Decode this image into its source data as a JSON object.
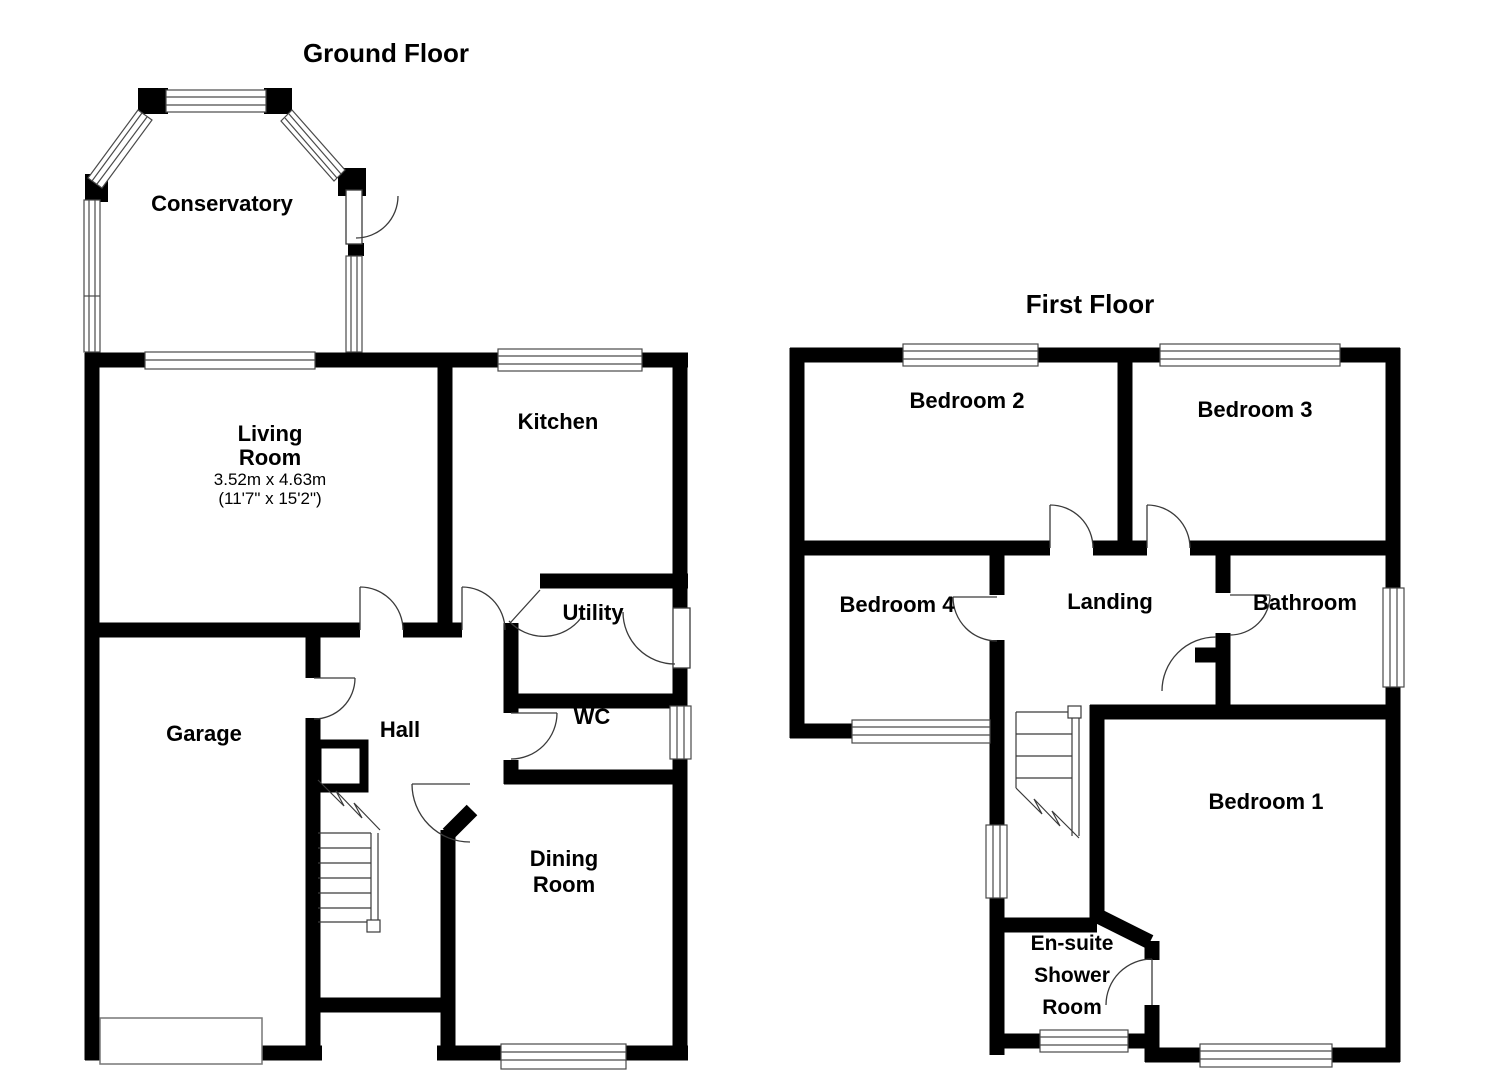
{
  "ground_floor": {
    "title": "Ground Floor",
    "rooms": {
      "conservatory": "Conservatory",
      "living_line1": "Living",
      "living_line2": "Room",
      "living_dims_metric": "3.52m x 4.63m",
      "living_dims_imperial": "(11'7\" x 15'2\")",
      "kitchen": "Kitchen",
      "utility": "Utility",
      "wc": "WC",
      "hall": "Hall",
      "garage": "Garage",
      "dining_line1": "Dining",
      "dining_line2": "Room"
    }
  },
  "first_floor": {
    "title": "First Floor",
    "rooms": {
      "bedroom2": "Bedroom 2",
      "bedroom3": "Bedroom 3",
      "bedroom4": "Bedroom 4",
      "landing": "Landing",
      "bathroom": "Bathroom",
      "bedroom1": "Bedroom 1",
      "ensuite_line1": "En-suite",
      "ensuite_line2": "Shower",
      "ensuite_line3": "Room"
    }
  },
  "colors": {
    "wall": "#000000",
    "background": "#ffffff",
    "frame": "#4a4a4a",
    "thin_line": "#3a3a3a"
  }
}
